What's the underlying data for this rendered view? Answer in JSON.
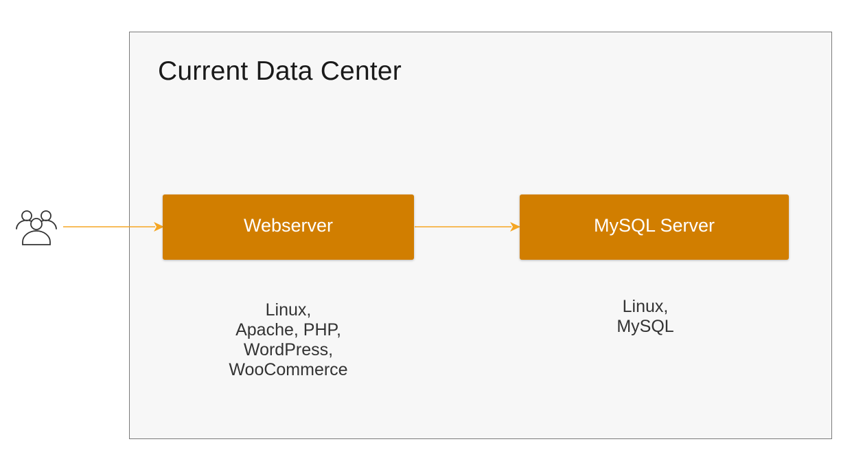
{
  "container": {
    "title": "Current Data Center",
    "background": "#f7f7f7",
    "border_color": "#7a7a7a"
  },
  "users": {
    "icon": "users-group-icon"
  },
  "nodes": [
    {
      "id": "webserver",
      "label": "Webserver",
      "color": "#d17e00",
      "stack": [
        "Linux,",
        "Apache, PHP,",
        "WordPress,",
        "WooCommerce"
      ]
    },
    {
      "id": "mysql",
      "label": "MySQL Server",
      "color": "#d17e00",
      "stack": [
        "Linux,",
        "MySQL"
      ]
    }
  ],
  "edges": [
    {
      "from": "users",
      "to": "webserver",
      "color": "#f5a623"
    },
    {
      "from": "webserver",
      "to": "mysql",
      "color": "#f5a623"
    }
  ]
}
